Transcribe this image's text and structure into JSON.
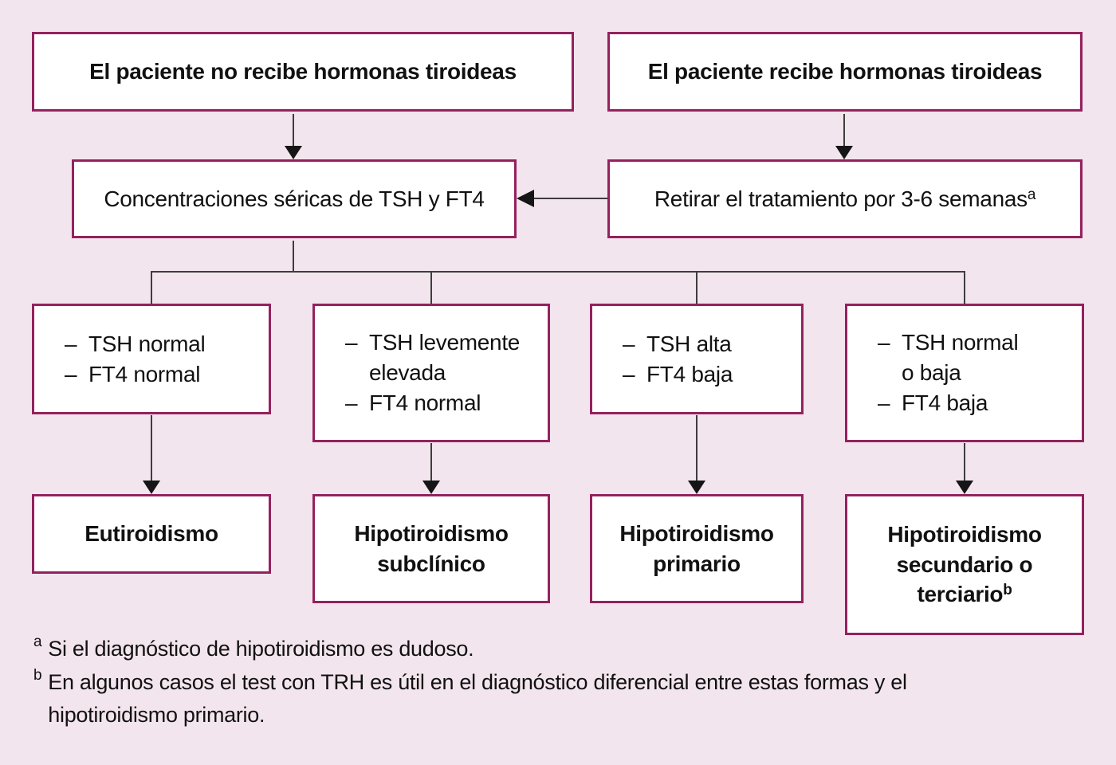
{
  "colors": {
    "background": "#f3e5ed",
    "box_fill": "#ffffff",
    "box_border": "#94215f",
    "connector_line": "#3d3d3d",
    "arrowhead": "#151515",
    "text": "#111111"
  },
  "boxes": {
    "no_hormones": "El paciente no recibe hormonas tiroideas",
    "hormones": "El paciente recibe hormonas tiroideas",
    "serum": "Concentraciones séricas de TSH y FT4",
    "withdraw": "Retirar el tratamiento por 3-6 semanas",
    "withdraw_sup": "a"
  },
  "branches": [
    {
      "items": [
        {
          "dash": "–",
          "text": "TSH normal"
        },
        {
          "dash": "–",
          "text": "FT4 normal"
        }
      ]
    },
    {
      "items": [
        {
          "dash": "–",
          "text": "TSH levemente"
        },
        {
          "dash": "",
          "text": "elevada"
        },
        {
          "dash": "–",
          "text": "FT4 normal"
        }
      ]
    },
    {
      "items": [
        {
          "dash": "–",
          "text": "TSH alta"
        },
        {
          "dash": "–",
          "text": "FT4 baja"
        }
      ]
    },
    {
      "items": [
        {
          "dash": "–",
          "text": "TSH normal"
        },
        {
          "dash": "",
          "text": "o baja"
        },
        {
          "dash": "–",
          "text": "FT4 baja"
        }
      ]
    }
  ],
  "results": [
    {
      "lines": [
        "Eutiroidismo"
      ],
      "sup": ""
    },
    {
      "lines": [
        "Hipotiroidismo",
        "subclínico"
      ],
      "sup": ""
    },
    {
      "lines": [
        "Hipotiroidismo",
        "primario"
      ],
      "sup": ""
    },
    {
      "lines": [
        "Hipotiroidismo",
        "secundario o",
        "terciario"
      ],
      "sup": "b"
    }
  ],
  "footnotes": [
    {
      "marker": "a",
      "text": "Si el diagnóstico de hipotiroidismo es dudoso."
    },
    {
      "marker": "b",
      "text": "En algunos casos el test con TRH es útil en el diagnóstico diferencial entre estas formas y el hipotiroidismo primario."
    }
  ]
}
